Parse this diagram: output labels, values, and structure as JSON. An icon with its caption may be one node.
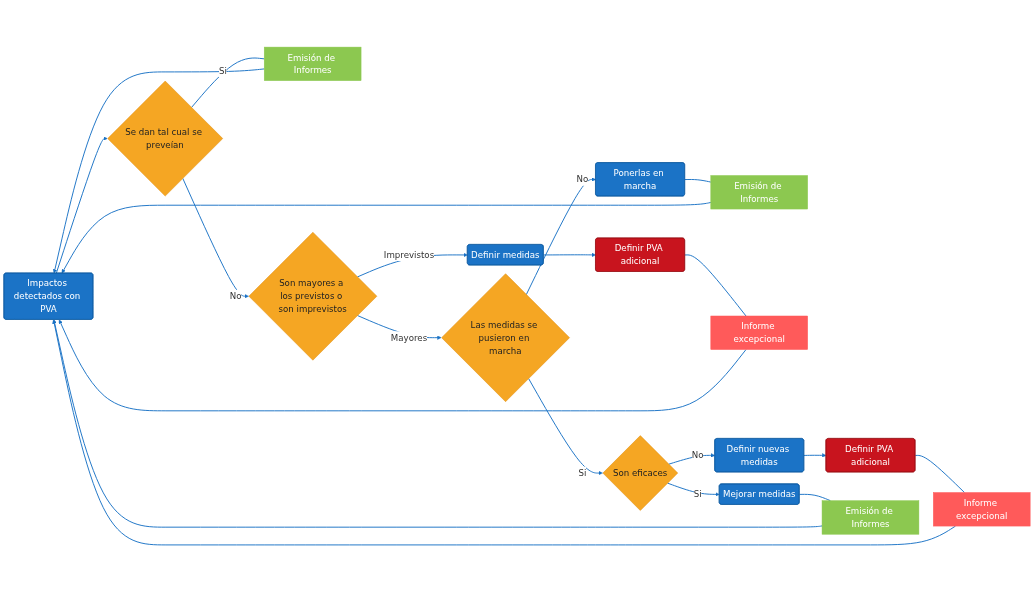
{
  "diagram": {
    "nodes": [
      {
        "text": [
          "Impactos detectados con PVA"
        ]
      },
      {
        "text": [
          "Emisión de Informes"
        ]
      },
      {
        "text": [
          "Informe excepcional"
        ]
      },
      {
        "text": [
          "Emisión de Informes"
        ]
      },
      {
        "text": [
          "Informe excepcional"
        ]
      },
      {
        "text": [
          "Definir PVA adicional"
        ]
      },
      {
        "text": [
          "Se dan tal cual se preveían"
        ]
      },
      {
        "text": [
          "Definir PVA adicional"
        ]
      },
      {
        "text": [
          "Emisión de Informes"
        ]
      },
      {
        "text": [
          "Son mayores a los previstos o son imprevistos"
        ]
      },
      {
        "text": [
          "Definir medidas"
        ]
      },
      {
        "text": [
          "Mejorar medidas"
        ]
      },
      {
        "text": [
          "Las medidas se pusieron en marcha"
        ]
      },
      {
        "text": [
          "Son eficaces"
        ]
      },
      {
        "text": [
          "Ponerlas en marcha"
        ]
      },
      {
        "text": [
          "Definir nuevas medidas"
        ]
      }
    ],
    "edges": [
      {
        "from": 0,
        "to": 6,
        "arrow": "to"
      },
      {
        "from": 6,
        "to": 3,
        "arrow": "none",
        "label": "Si"
      },
      {
        "from": 3,
        "to": 0,
        "arrow": "to"
      },
      {
        "from": 6,
        "to": 9,
        "arrow": "to",
        "label": "No"
      },
      {
        "from": 9,
        "to": 10,
        "arrow": "to",
        "label": "Imprevistos"
      },
      {
        "from": 9,
        "to": 12,
        "arrow": "to",
        "label": "Mayores"
      },
      {
        "from": 10,
        "to": 7,
        "arrow": "to"
      },
      {
        "from": 7,
        "to": 4,
        "arrow": "none"
      },
      {
        "from": 4,
        "to": 0,
        "arrow": "to"
      },
      {
        "from": 12,
        "to": 13,
        "arrow": "to",
        "label": "Si"
      },
      {
        "from": 12,
        "to": 14,
        "arrow": "to",
        "label": "No"
      },
      {
        "from": 14,
        "to": 1,
        "arrow": "none"
      },
      {
        "from": 1,
        "to": 0,
        "arrow": "to"
      },
      {
        "from": 13,
        "to": 11,
        "arrow": "to",
        "label": "Si"
      },
      {
        "from": 13,
        "to": 15,
        "arrow": "to",
        "label": "No"
      },
      {
        "from": 11,
        "to": 8,
        "arrow": "none"
      },
      {
        "from": 8,
        "to": 0,
        "arrow": "to"
      },
      {
        "from": 15,
        "to": 5,
        "arrow": "to"
      },
      {
        "from": 5,
        "to": 2,
        "arrow": "none"
      },
      {
        "from": 2,
        "to": 0,
        "arrow": "to"
      }
    ]
  }
}
